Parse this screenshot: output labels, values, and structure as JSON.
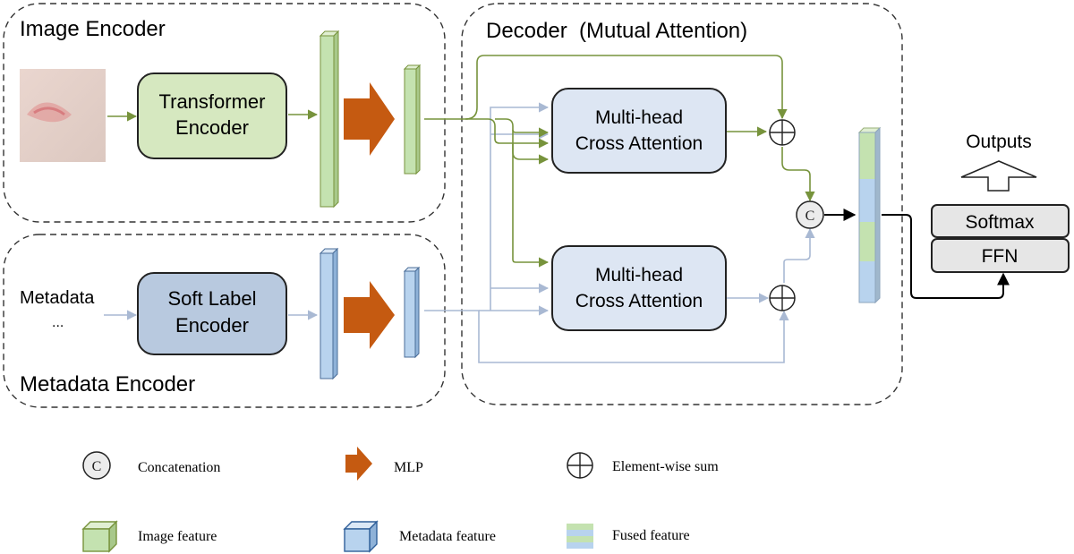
{
  "image_encoder": {
    "title": "Image Encoder",
    "block_label_1": "Transformer",
    "block_label_2": "Encoder"
  },
  "metadata_encoder": {
    "title": "Metadata Encoder",
    "input_label": "Metadata",
    "input_ellipsis": "...",
    "block_label_1": "Soft Label",
    "block_label_2": "Encoder"
  },
  "decoder": {
    "title": "Decoder  (Mutual Attention)",
    "attn_top_line1": "Multi-head",
    "attn_top_line2": "Cross Attention",
    "attn_bottom_line1": "Multi-head",
    "attn_bottom_line2": "Cross Attention",
    "concat_symbol": "C"
  },
  "head": {
    "outputs_label": "Outputs",
    "softmax_label": "Softmax",
    "ffn_label": "FFN"
  },
  "legend": {
    "concat_symbol": "C",
    "concat_label": "Concatenation",
    "mlp_label": "MLP",
    "sum_label": "Element-wise sum",
    "image_feature_label": "Image feature",
    "metadata_feature_label": "Metadata feature",
    "fused_feature_label": "Fused feature"
  },
  "colors": {
    "image_green": "#77933c",
    "image_fill": "#c4e2b0",
    "meta_blue": "#a9b9d3",
    "meta_fill": "#b8d3ee",
    "mlp_orange": "#c55a11",
    "encoder_green_fill": "#d6e8c0",
    "encoder_blue_fill": "#b8c9df",
    "attention_fill": "#dde6f3"
  }
}
